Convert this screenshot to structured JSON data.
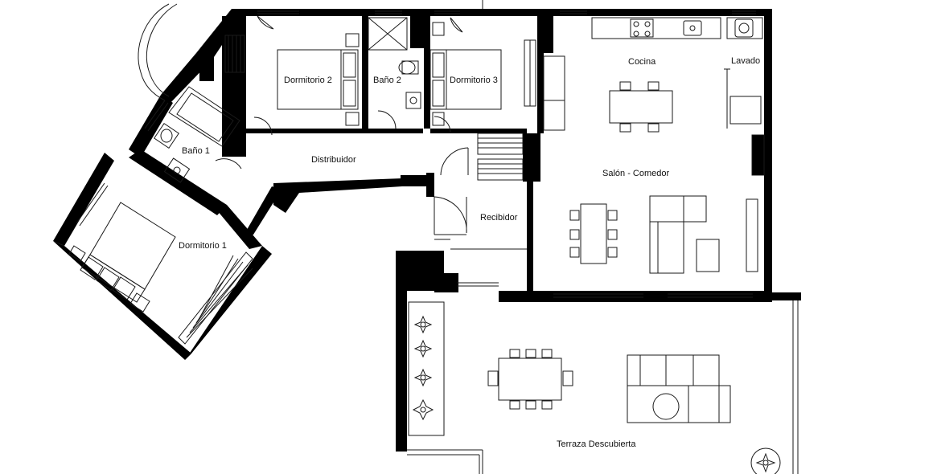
{
  "rooms": {
    "dormitorio_2": "Dormitorio 2",
    "bano_2": "Baño 2",
    "dormitorio_3": "Dormitorio 3",
    "cocina": "Cocina",
    "lavado": "Lavado",
    "bano_1": "Baño 1",
    "distribuidor": "Distribuidor",
    "salon_comedor": "Salón - Comedor",
    "recibidor": "Recibidor",
    "dormitorio_1": "Dormitorio 1",
    "terraza": "Terraza Descubierta"
  },
  "colors": {
    "wall": "#000000",
    "line": "#1a1a1a",
    "background": "#ffffff"
  }
}
